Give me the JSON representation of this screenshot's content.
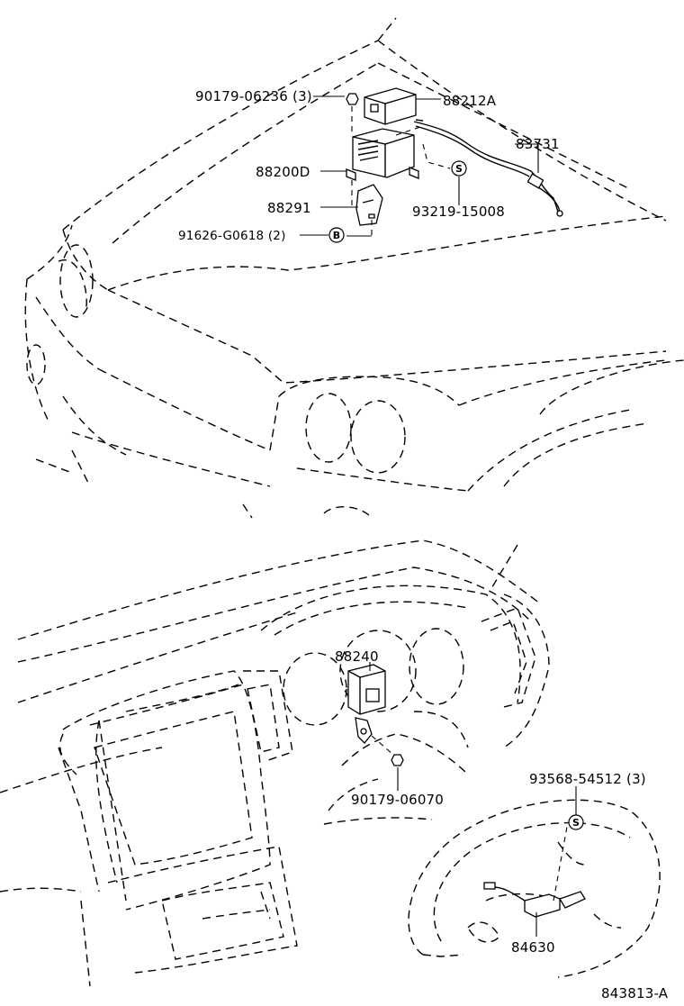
{
  "figure_code": "843813-A",
  "top_view": {
    "labels": {
      "nut_top": "90179-06236 (3)",
      "actuator_cover": "88212A",
      "cable": "83731",
      "actuator": "88200D",
      "bracket": "88291",
      "bolt": "91626-G0618 (2)",
      "clamp": "93219-15008"
    },
    "symbols": {
      "s": "S",
      "b": "B"
    }
  },
  "bottom_view": {
    "labels": {
      "computer": "88240",
      "nut": "90179-06070",
      "screw": "93568-54512 (3)",
      "switch": "84630"
    },
    "symbols": {
      "s": "S"
    }
  }
}
